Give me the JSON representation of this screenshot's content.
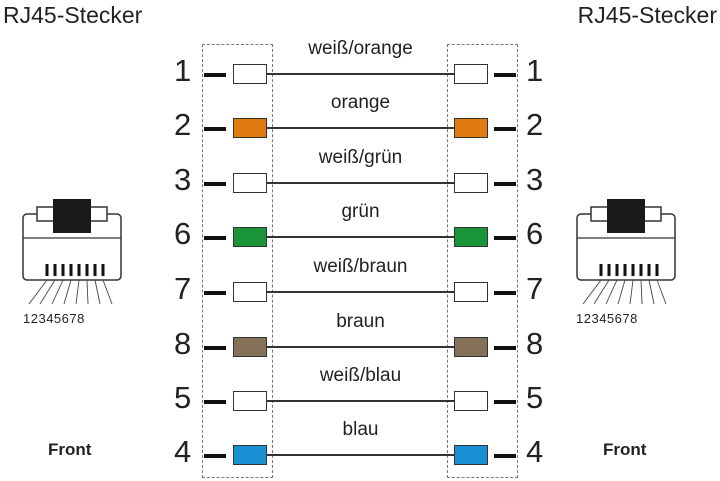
{
  "connector_left": {
    "title": "RJ45-Stecker",
    "caption": "Front",
    "pin_numbers": "12345678"
  },
  "connector_right": {
    "title": "RJ45-Stecker",
    "caption": "Front",
    "pin_numbers": "12345678"
  },
  "pairs": [
    {
      "left_pin": "1",
      "right_pin": "1",
      "label": "weiß/orange",
      "color": "#ffffff"
    },
    {
      "left_pin": "2",
      "right_pin": "2",
      "label": "orange",
      "color": "#e07a12"
    },
    {
      "left_pin": "3",
      "right_pin": "3",
      "label": "weiß/grün",
      "color": "#ffffff"
    },
    {
      "left_pin": "6",
      "right_pin": "6",
      "label": "grün",
      "color": "#1a9438"
    },
    {
      "left_pin": "7",
      "right_pin": "7",
      "label": "weiß/braun",
      "color": "#ffffff"
    },
    {
      "left_pin": "8",
      "right_pin": "8",
      "label": "braun",
      "color": "#85705a"
    },
    {
      "left_pin": "5",
      "right_pin": "5",
      "label": "weiß/blau",
      "color": "#ffffff"
    },
    {
      "left_pin": "4",
      "right_pin": "4",
      "label": "blau",
      "color": "#1a8fd3"
    }
  ]
}
